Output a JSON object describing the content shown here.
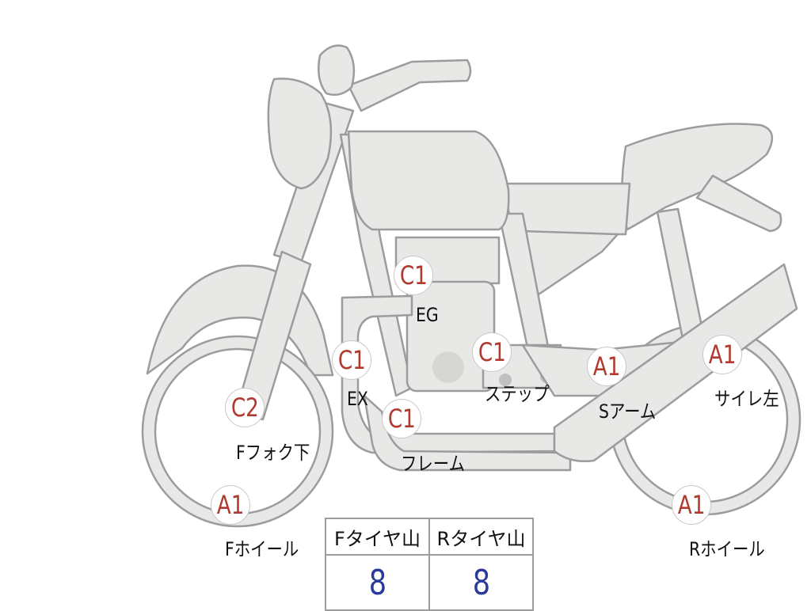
{
  "parts": [
    {
      "id": "eg",
      "grade": "C1",
      "label": "EG"
    },
    {
      "id": "ex",
      "grade": "C1",
      "label": "EX"
    },
    {
      "id": "step",
      "grade": "C1",
      "label": "ステップ"
    },
    {
      "id": "frame",
      "grade": "C1",
      "label": "フレーム"
    },
    {
      "id": "front-fork",
      "grade": "C2",
      "label": "Fフォク下"
    },
    {
      "id": "front-wheel",
      "grade": "A1",
      "label": "Fホイール"
    },
    {
      "id": "swing-arm",
      "grade": "A1",
      "label": "Sアーム"
    },
    {
      "id": "muffler-left",
      "grade": "A1",
      "label": "サイレ左"
    },
    {
      "id": "rear-wheel",
      "grade": "A1",
      "label": "Rホイール"
    }
  ],
  "tire_table": {
    "front_header": "Fタイヤ山",
    "rear_header": "Rタイヤ山",
    "front_value": "8",
    "rear_value": "8"
  },
  "colors": {
    "body_fill": "#e8e8e6",
    "outline": "#9a9c9e",
    "grade_text": "#b03a30",
    "value_text": "#2a3a9c"
  }
}
